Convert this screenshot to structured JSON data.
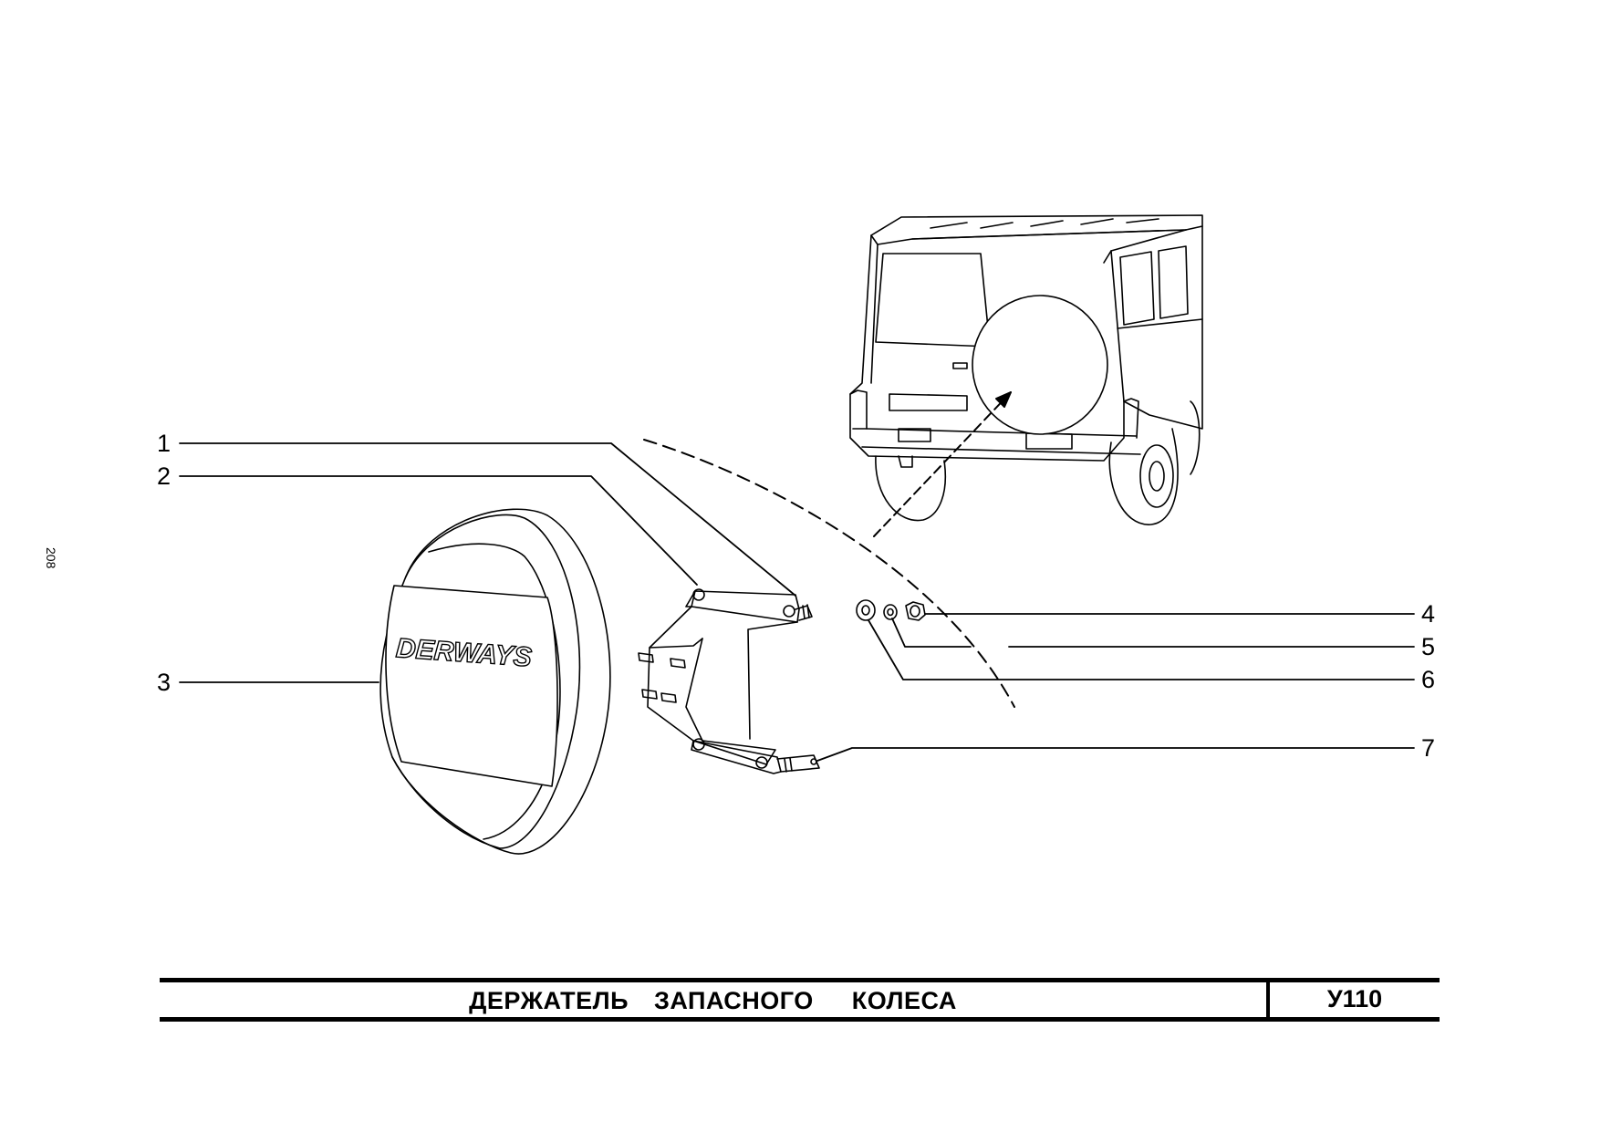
{
  "page": {
    "number": "208"
  },
  "title_block": {
    "title": "ДЕРЖАТЕЛЬ  ЗАПАСНОГО   КОЛЕСА",
    "code": "У110"
  },
  "wheel_cover": {
    "brand_text": "DERWAYS"
  },
  "callouts": [
    {
      "number": "1",
      "part": "bracket-upper"
    },
    {
      "number": "2",
      "part": "bracket-holder"
    },
    {
      "number": "3",
      "part": "spare-wheel-cover"
    },
    {
      "number": "4",
      "part": "nut"
    },
    {
      "number": "5",
      "part": "spring-washer"
    },
    {
      "number": "6",
      "part": "flat-washer"
    },
    {
      "number": "7",
      "part": "bracket-lower"
    }
  ],
  "colors": {
    "ink": "#000000",
    "paper": "#ffffff"
  }
}
